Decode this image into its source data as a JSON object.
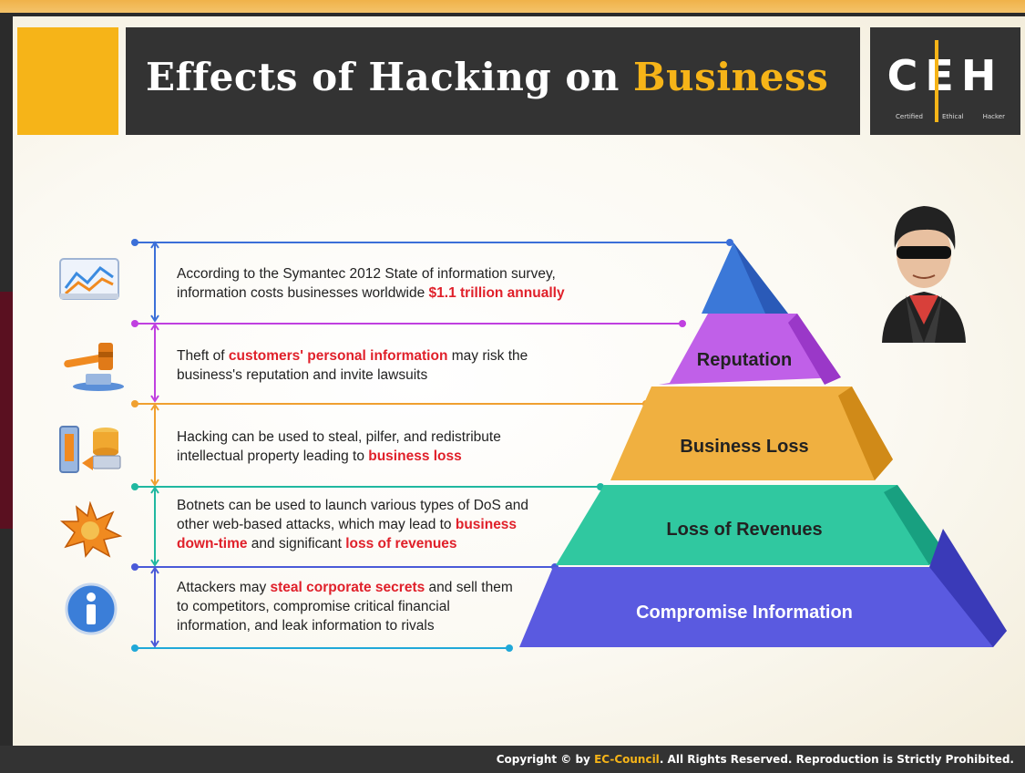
{
  "header": {
    "title_main": "Effects of Hacking on ",
    "title_highlight": "Business",
    "logo_letters": "CEH",
    "logo_sub": [
      "Certified",
      "Ethical",
      "Hacker"
    ]
  },
  "items": [
    {
      "line1": "According to the Symantec 2012 State of information survey,",
      "line2_pre": "information costs businesses worldwide ",
      "line2_red": "$1.1 trillion annually",
      "icon": "line-chart-icon",
      "color": "#3b6fd8"
    },
    {
      "line1_pre": "Theft of ",
      "line1_red": "customers' personal information",
      "line1_post": " may risk the",
      "line2": "business's reputation and invite lawsuits",
      "icon": "gavel-icon",
      "color": "#c040e0"
    },
    {
      "line1": "Hacking can be used to steal, pilfer, and redistribute",
      "line2_pre": "intellectual property leading to ",
      "line2_red": "business loss",
      "icon": "database-transfer-icon",
      "color": "#f0a030"
    },
    {
      "line1": "Botnets can be used to launch various types of DoS and",
      "line2_pre": "other web-based attacks, which may lead to ",
      "line2_red": "business",
      "line3_red": "down-time",
      "line3_mid": " and significant ",
      "line3_red2": "loss of revenues",
      "icon": "virus-icon",
      "color": "#20b8a0"
    },
    {
      "line1_pre": "Attackers may ",
      "line1_red": "steal corporate secrets",
      "line1_post": " and sell them",
      "line2": "to competitors, compromise critical financial",
      "line3": "information, and leak information to rivals",
      "icon": "info-icon",
      "color": "#4a5ad8"
    }
  ],
  "pyramid": {
    "tiers": [
      "Reputation",
      "Business Loss",
      "Loss of Revenues",
      "Compromise Information"
    ]
  },
  "footer": {
    "pre": "Copyright © by ",
    "brand": "EC-Council",
    "post": ". All Rights Reserved. Reproduction is Strictly Prohibited."
  }
}
